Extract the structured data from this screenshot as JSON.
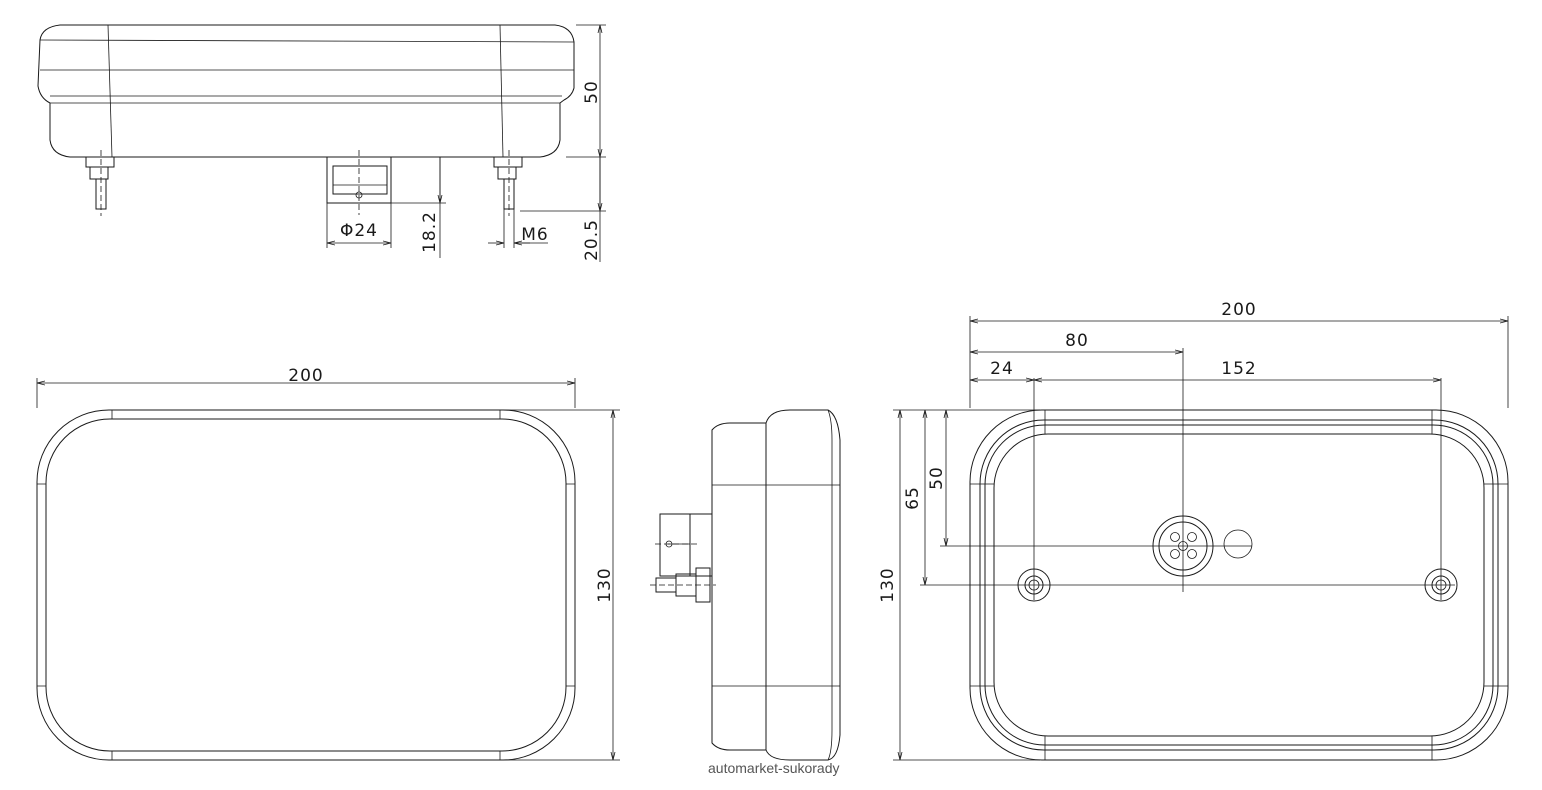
{
  "dimensions": {
    "top_height": "50",
    "top_connector_diameter": "Φ24",
    "top_connector_depth": "18.2",
    "top_stud_thread": "M6",
    "top_stud_length": "20.5",
    "front_width": "200",
    "front_height": "130",
    "back_width": "200",
    "back_offset_80": "80",
    "back_offset_24": "24",
    "back_span_152": "152",
    "back_height_50": "50",
    "back_height_65": "65",
    "back_height_130": "130"
  },
  "watermark": "automarket-sukorady"
}
